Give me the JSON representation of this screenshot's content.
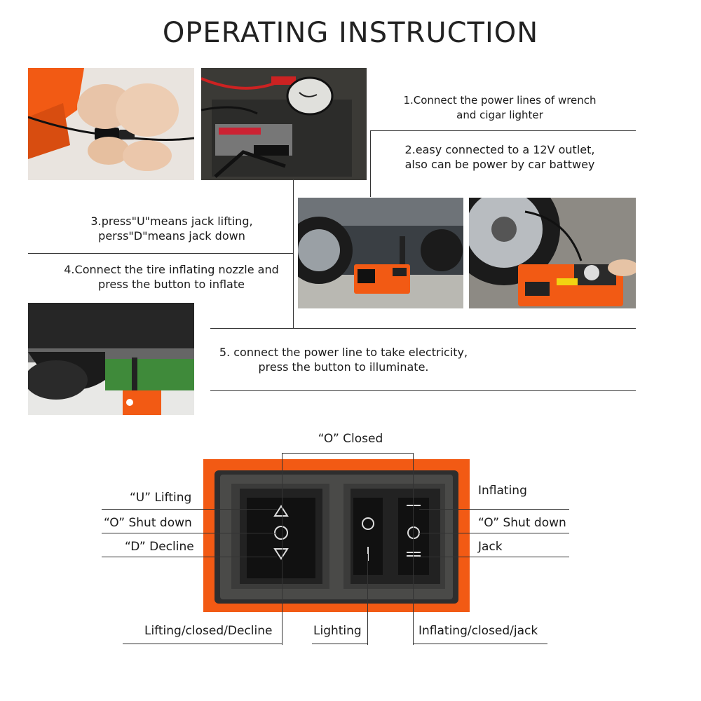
{
  "title": "OPERATING INSTRUCTION",
  "steps": {
    "s1_line1": "1.Connect the power lines of wrench",
    "s1_line2": "and cigar lighter",
    "s2_line1": "2.easy connected to a 12V outlet,",
    "s2_line2": "also can be power by car battwey",
    "s3_line1": "3.press\"U\"means jack lifting,",
    "s3_line2": "perss\"D\"means jack down",
    "s4_line1": "4.Connect the tire inflating nozzle and",
    "s4_line2": "press the button to inflate",
    "s5_line1": "5. connect the power line to take electricity,",
    "s5_line2": "press the button to illuminate."
  },
  "switch_labels": {
    "closed_top": "“O”  Closed",
    "u_lifting": "“U”  Lifting",
    "o_shutdown_left": "“O”  Shut down",
    "d_decline": "“D”  Decline",
    "inflating": "Inflating",
    "o_shutdown_right": "“O”  Shut down",
    "jack": "Jack",
    "bottom_left": "Lifting/closed/Decline",
    "bottom_mid": "Lighting",
    "bottom_right": "Inflating/closed/jack"
  },
  "colors": {
    "orange": "#f25a14",
    "panel_dark": "#2a2a2a",
    "switch_black": "#111111"
  }
}
